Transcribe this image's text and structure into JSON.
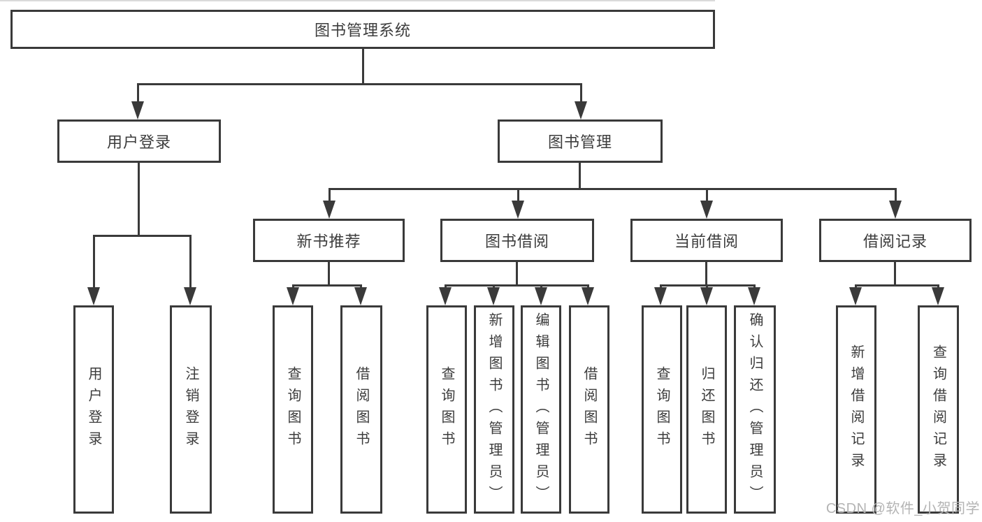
{
  "diagram": {
    "type": "function-structure-tree",
    "line_color": "#3a3a3a",
    "text_color": "#3c3c3c",
    "background": "#ffffff",
    "root": {
      "label": "图书管理系统"
    },
    "level2": [
      {
        "id": "user-login",
        "label": "用户登录"
      },
      {
        "id": "book-management",
        "label": "图书管理"
      }
    ],
    "level3": [
      {
        "id": "new-book-recommend",
        "label": "新书推荐"
      },
      {
        "id": "book-borrow",
        "label": "图书借阅"
      },
      {
        "id": "current-borrow",
        "label": "当前借阅"
      },
      {
        "id": "borrow-record",
        "label": "借阅记录"
      }
    ],
    "leaves": {
      "user_login": [
        {
          "label": "用户登录"
        },
        {
          "label": "注销登录"
        }
      ],
      "new_book_recommend": [
        {
          "label": "查询图书"
        },
        {
          "label": "借阅图书"
        }
      ],
      "book_borrow": [
        {
          "label": "查询图书"
        },
        {
          "label": "新增图书（管理员）"
        },
        {
          "label": "编辑图书（管理员）"
        },
        {
          "label": "借阅图书"
        }
      ],
      "current_borrow": [
        {
          "label": "查询图书"
        },
        {
          "label": "归还图书"
        },
        {
          "label": "确认归还（管理员）"
        }
      ],
      "borrow_record": [
        {
          "label": "新增借阅记录"
        },
        {
          "label": "查询借阅记录"
        }
      ]
    }
  },
  "watermark": {
    "text": "CSDN @软件_小贺同学",
    "color": "#b4b4b4"
  }
}
